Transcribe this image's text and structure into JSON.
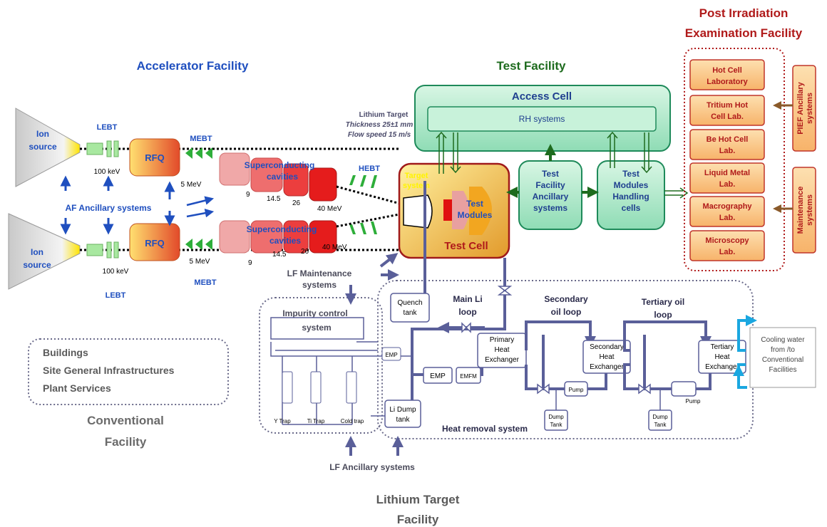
{
  "titles": {
    "accelerator": "Accelerator Facility",
    "test": "Test Facility",
    "pief_line1": "Post Irradiation",
    "pief_line2": "Examination Facility",
    "conventional_line1": "Conventional",
    "conventional_line2": "Facility",
    "lithium_line1": "Lithium Target",
    "lithium_line2": "Facility"
  },
  "accelerator": {
    "ion_source": [
      "Ion",
      "source"
    ],
    "lebt": "LEBT",
    "mebt": "MEBT",
    "hebt": "HEBT",
    "rfq": "RFQ",
    "energy_100kev": "100 keV",
    "energy_5mev": "5 MeV",
    "energy_40mev": "40 MeV",
    "sc_line1": "Superconducting",
    "sc_line2": "cavities",
    "cavity_energies": [
      "9",
      "14.5",
      "26"
    ],
    "af_ancillary": "AF Ancillary systems"
  },
  "lithium_target_info": {
    "line1": "Lithium Target",
    "line2": "Thickness 25±1 mm",
    "line3": "Flow speed 15 m/s"
  },
  "test_facility": {
    "access_cell": "Access Cell",
    "rh_systems": "RH systems",
    "target_system": [
      "Target",
      "system"
    ],
    "test_modules": [
      "Test",
      "Modules"
    ],
    "test_cell": "Test Cell",
    "ancillary": [
      "Test",
      "Facility",
      "Ancillary",
      "systems"
    ],
    "handling": [
      "Test",
      "Modules",
      "Handling",
      "cells"
    ]
  },
  "pief": {
    "labs": [
      [
        "Hot Cell",
        "Laboratory"
      ],
      [
        "Tritium Hot",
        "Cell Lab."
      ],
      [
        "Be Hot Cell",
        "Lab."
      ],
      [
        "Liquid Metal",
        "Lab."
      ],
      [
        "Macrography",
        "Lab."
      ],
      [
        "Microscopy",
        "Lab."
      ]
    ],
    "ancillary": [
      "PIEF Ancillary",
      "systems"
    ],
    "maintenance": [
      "Maintenance",
      "systems"
    ]
  },
  "conventional": {
    "items": [
      "Buildings",
      "Site General Infrastructures",
      "Plant Services"
    ]
  },
  "lithium_facility": {
    "lf_maintenance": [
      "LF Maintenance",
      "systems"
    ],
    "impurity": [
      "Impurity control",
      "system"
    ],
    "traps": [
      "Y Trap",
      "Ti Trap",
      "Cold trap"
    ],
    "emp": "EMP",
    "emfm": "EMFM",
    "quench": [
      "Quench",
      "tank"
    ],
    "main_loop": [
      "Main Li",
      "loop"
    ],
    "dump_li": [
      "Li Dump",
      "tank"
    ],
    "heat_removal": "Heat removal system",
    "primary_hx": [
      "Primary",
      "Heat",
      "Exchanger"
    ],
    "secondary_loop": [
      "Secondary",
      "oil loop"
    ],
    "secondary_hx": [
      "Secondary",
      "Heat",
      "Exchanger"
    ],
    "tertiary_loop": [
      "Tertiary oil",
      "loop"
    ],
    "tertiary_hx": [
      "Tertiary",
      "Heat",
      "Exchanger"
    ],
    "pump": "Pump",
    "dump_tank": [
      "Dump",
      "Tank"
    ],
    "cooling_water": [
      "Cooling water",
      "from /to",
      "Conventional",
      "Facilities"
    ],
    "lf_ancillary": "LF Ancillary systems"
  },
  "colors": {
    "blue_title": "#1f4fbf",
    "green_title": "#1e6b1e",
    "red_title": "#b01a1a",
    "gray_title": "#6a6a6a",
    "tf_fill": "#b8ecd0",
    "tf_stroke": "#1e8a5a",
    "lab_fill": "#fbc98a",
    "lab_stroke": "#c0352a",
    "loop": "#5a5f99"
  }
}
